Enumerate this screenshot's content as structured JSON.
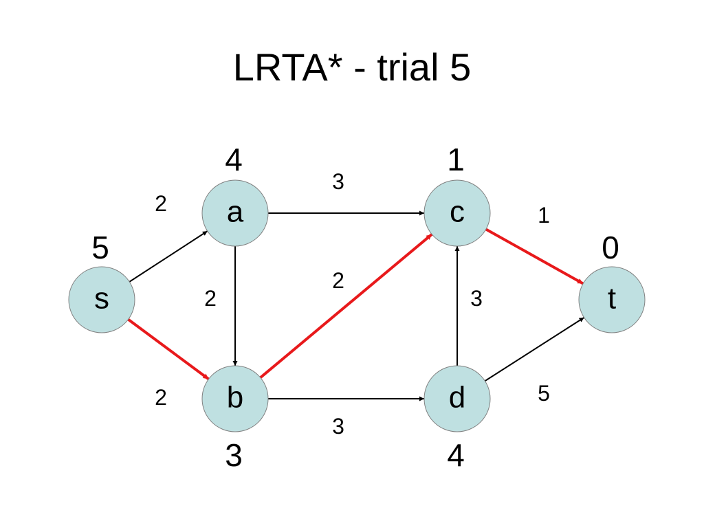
{
  "slide": {
    "title": "LRTA* - trial 5"
  },
  "colors": {
    "node_fill": "#bfe0e1",
    "node_stroke": "#808080",
    "edge_default": "#000000",
    "edge_highlight": "#e8191b"
  },
  "graph": {
    "nodes": [
      {
        "id": "s",
        "label": "s",
        "heuristic": "5"
      },
      {
        "id": "a",
        "label": "a",
        "heuristic": "4"
      },
      {
        "id": "b",
        "label": "b",
        "heuristic": "3"
      },
      {
        "id": "c",
        "label": "c",
        "heuristic": "1"
      },
      {
        "id": "d",
        "label": "d",
        "heuristic": "4"
      },
      {
        "id": "t",
        "label": "t",
        "heuristic": "0"
      }
    ],
    "edges": [
      {
        "from": "s",
        "to": "a",
        "weight": "2",
        "highlighted": false
      },
      {
        "from": "s",
        "to": "b",
        "weight": "2",
        "highlighted": true
      },
      {
        "from": "a",
        "to": "c",
        "weight": "3",
        "highlighted": false
      },
      {
        "from": "a",
        "to": "b",
        "weight": "2",
        "highlighted": false
      },
      {
        "from": "b",
        "to": "c",
        "weight": "2",
        "highlighted": true
      },
      {
        "from": "b",
        "to": "d",
        "weight": "3",
        "highlighted": false
      },
      {
        "from": "d",
        "to": "c",
        "weight": "3",
        "highlighted": false
      },
      {
        "from": "c",
        "to": "t",
        "weight": "1",
        "highlighted": true
      },
      {
        "from": "d",
        "to": "t",
        "weight": "5",
        "highlighted": false
      }
    ]
  }
}
